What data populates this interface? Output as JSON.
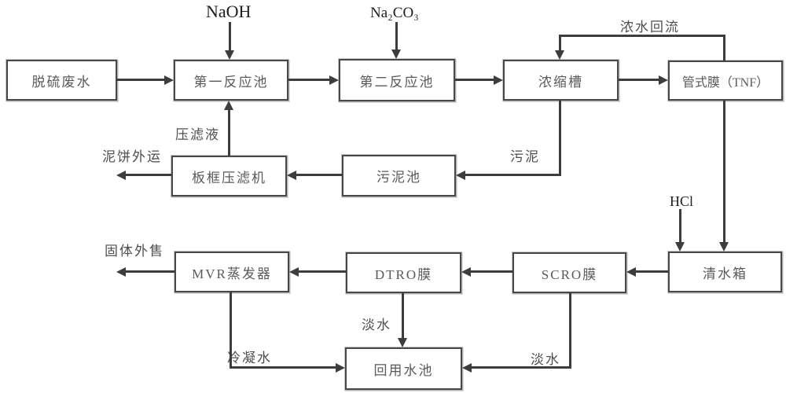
{
  "diagram": {
    "type": "process-flow-diagram",
    "colors": {
      "background": "#ffffff",
      "line": "#3d3d3d",
      "box_border": "#484848",
      "box_text": "#5a5a5a",
      "label_text": "#4e4e4e",
      "chemical_text": "#1e1e1e"
    },
    "nodes": {
      "desulfurization_wastewater": "脱硫废水",
      "first_reaction_tank": "第一反应池",
      "second_reaction_tank": "第二反应池",
      "concentration_tank": "浓缩槽",
      "tubular_membrane_tnf": "管式膜（TNF）",
      "plate_frame_filter_press": "板框压滤机",
      "sludge_tank": "污泥池",
      "mvr_evaporator": "MVR蒸发器",
      "dtro_membrane": "DTRO膜",
      "scro_membrane": "SCRO膜",
      "clean_water_tank": "清水箱",
      "reuse_water_pool": "回用水池"
    },
    "flow_labels": {
      "naoh": "NaOH",
      "na2co3": "Na₂CO₃",
      "concentrate_reflux": "浓水回流",
      "filter_press_liquid": "压滤液",
      "mud_cake_out": "泥饼外运",
      "sludge": "污泥",
      "hcl": "HCl",
      "solids_sold": "固体外售",
      "fresh_water_dtro": "淡水",
      "fresh_water_scro": "淡水",
      "condensate_water": "冷凝水"
    }
  }
}
